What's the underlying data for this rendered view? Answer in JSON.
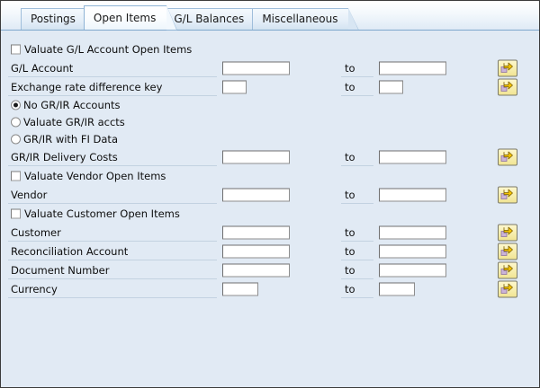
{
  "tabs": [
    {
      "label": "Postings",
      "active": false
    },
    {
      "label": "Open Items",
      "active": true
    },
    {
      "label": "G/L Balances",
      "active": false
    },
    {
      "label": "Miscellaneous",
      "active": false
    }
  ],
  "labels": {
    "to": "to"
  },
  "sections": [
    {
      "checkbox": {
        "label": "Valuate G/L Account Open Items",
        "checked": false
      },
      "fields": [
        {
          "label": "G/L Account",
          "from_value": "",
          "to_value": "",
          "has_to": true,
          "has_button": true,
          "from_width": 75,
          "to_width": 75
        },
        {
          "label": "Exchange rate difference key",
          "from_value": "",
          "to_value": "",
          "has_to": true,
          "has_button": true,
          "from_width": 27,
          "to_width": 27
        }
      ]
    }
  ],
  "radios": [
    {
      "label": "No GR/IR Accounts",
      "selected": true
    },
    {
      "label": "Valuate GR/IR accts",
      "selected": false
    },
    {
      "label": "GR/IR with FI Data",
      "selected": false
    }
  ],
  "rows_after_radio": [
    {
      "type": "field",
      "label": "GR/IR Delivery Costs",
      "from_value": "",
      "to_value": "",
      "from_width": 75,
      "to_width": 75
    },
    {
      "type": "checkbox",
      "label": "Valuate Vendor Open Items",
      "checked": false
    },
    {
      "type": "field",
      "label": "Vendor",
      "from_value": "",
      "to_value": "",
      "from_width": 75,
      "to_width": 75
    },
    {
      "type": "checkbox",
      "label": "Valuate Customer Open Items",
      "checked": false
    },
    {
      "type": "field",
      "label": "Customer",
      "from_value": "",
      "to_value": "",
      "from_width": 75,
      "to_width": 75
    },
    {
      "type": "field",
      "label": "Reconciliation Account",
      "from_value": "",
      "to_value": "",
      "from_width": 75,
      "to_width": 75
    },
    {
      "type": "field",
      "label": "Document Number",
      "from_value": "",
      "to_value": "",
      "from_width": 75,
      "to_width": 75
    },
    {
      "type": "field",
      "label": "Currency",
      "from_value": "",
      "to_value": "",
      "from_width": 40,
      "to_width": 40
    }
  ],
  "icons": {
    "multi_select": "multiple-selection-arrow-icon"
  },
  "colors": {
    "background": "#e1eaf4",
    "button_yellow": "#f5ec9e",
    "arrow_yellow": "#f5c400",
    "sheet_purple": "#cbb4d8",
    "field_border": "#8e8e8e",
    "separator": "#c6d4e2"
  }
}
